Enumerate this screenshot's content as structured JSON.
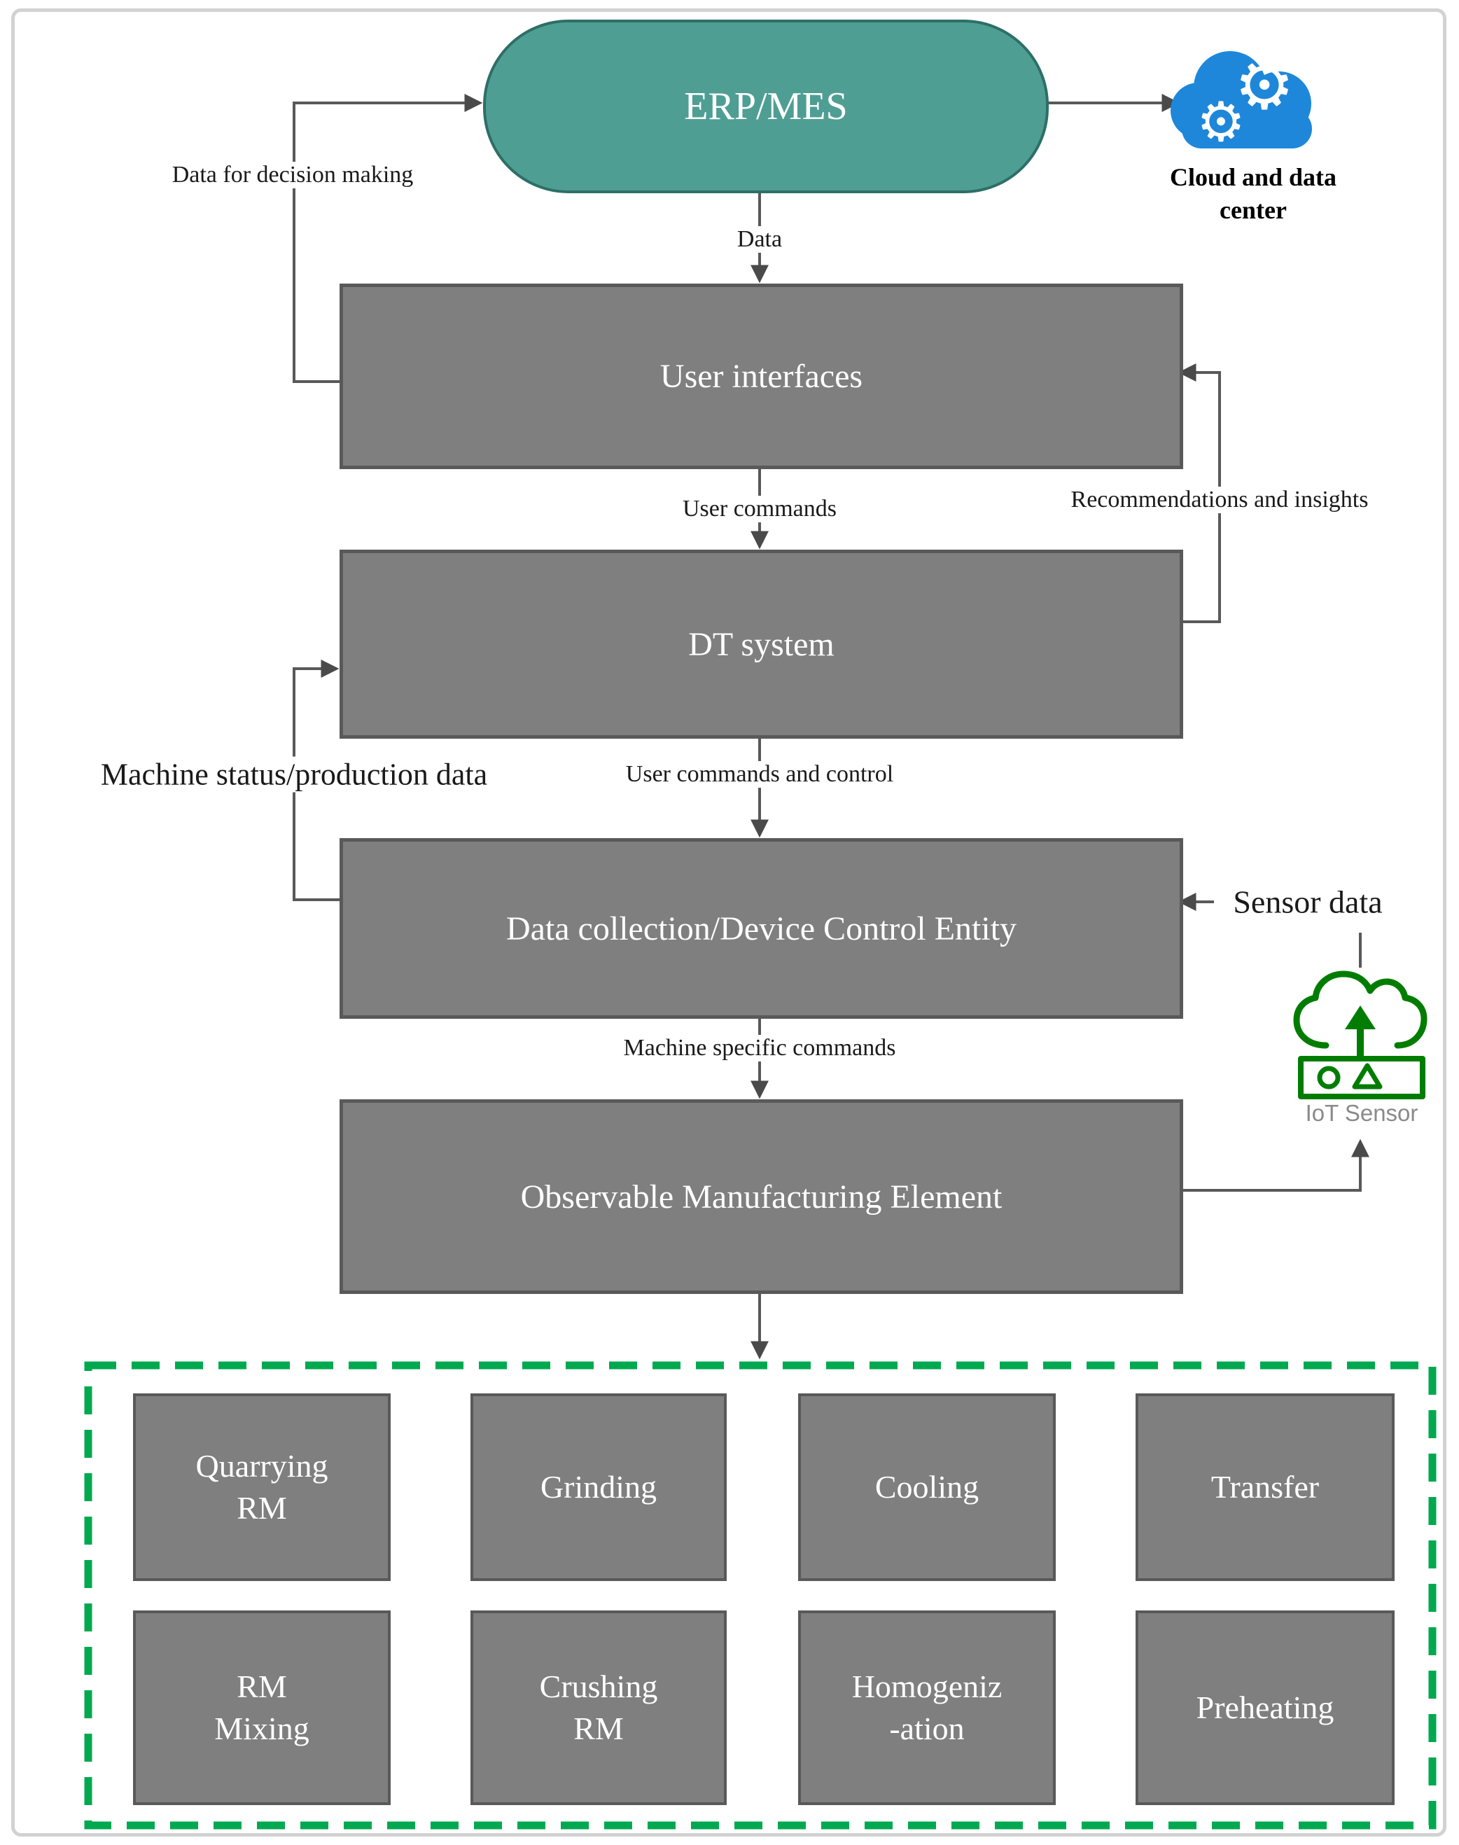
{
  "diagram": {
    "title": "Digital twin cement-plant architecture diagram",
    "nodes": {
      "erp": {
        "label": "ERP/MES"
      },
      "cloud": {
        "label": "Cloud and data\ncenter"
      },
      "user_interfaces": {
        "label": "User interfaces"
      },
      "dt_system": {
        "label": "DT system"
      },
      "data_collection": {
        "label": "Data collection/Device Control Entity"
      },
      "observable": {
        "label": "Observable Manufacturing Element"
      },
      "iot_sensor": {
        "label": "IoT Sensor"
      }
    },
    "edge_labels": {
      "data_for_decision": "Data for decision making",
      "data": "Data",
      "user_commands": "User commands",
      "recommendations": "Recommendations and insights",
      "machine_status": "Machine status/production data",
      "user_commands_control": "User commands and control",
      "sensor_data": "Sensor data",
      "machine_specific": "Machine specific commands"
    },
    "process_boxes": [
      {
        "label": "Quarrying\nRM"
      },
      {
        "label": "Grinding"
      },
      {
        "label": "Cooling"
      },
      {
        "label": "Transfer"
      },
      {
        "label": "RM\nMixing"
      },
      {
        "label": "Crushing\nRM"
      },
      {
        "label": "Homogeniz\n-ation"
      },
      {
        "label": "Preheating"
      }
    ],
    "icons": {
      "cloud_gears": "blue cloud with two white gears",
      "gear_glyph": "⚙",
      "iot_sensor": "green outlined cloud with up arrow over sensor module"
    },
    "colors": {
      "erp_fill": "#4f9e94",
      "erp_border": "#2d6f66",
      "box_fill": "#7f7f7f",
      "box_border": "#595959",
      "connector": "#595959",
      "arrowhead": "#4a4a4a",
      "dashed_green": "#00a94f",
      "iot_green": "#007d00",
      "cloud_blue": "#1e87da",
      "iot_label_gray": "#8a8a8a",
      "frame_gray": "#d2d2d2"
    }
  }
}
